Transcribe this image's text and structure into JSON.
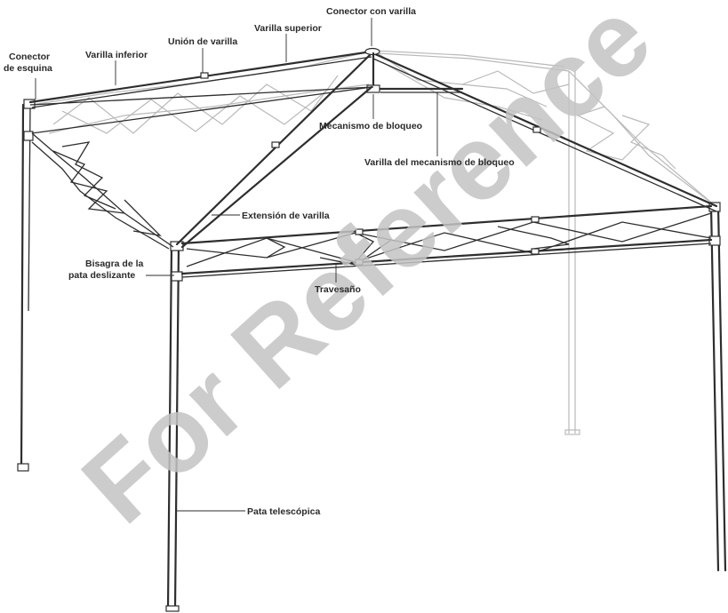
{
  "labels": {
    "conector_con_varilla": "Conector con varilla",
    "varilla_superior": "Varilla superior",
    "union_de_varilla": "Unión de varilla",
    "varilla_inferior": "Varilla inferior",
    "conector_esquina_1": "Conector",
    "conector_esquina_2": "de esquina",
    "mecanismo_de_bloqueo": "Mecanismo de bloqueo",
    "varilla_mecanismo": "Varilla del mecanismo de bloqueo",
    "extension_de_varilla": "Extensión de varilla",
    "bisagra_1": "Bisagra de la",
    "bisagra_2": "pata deslizante",
    "travesano": "Travesaño",
    "pata_telescopica": "Pata telescópica"
  },
  "watermark": "For Reference",
  "colors": {
    "frame": "#2e2e2e",
    "ghost": "#b9b9b9",
    "watermark": "#c4c4c4"
  }
}
